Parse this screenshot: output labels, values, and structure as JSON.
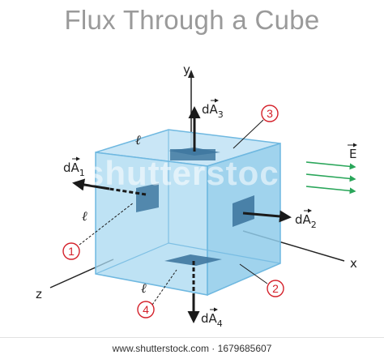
{
  "title": "Flux Through a Cube",
  "axes": {
    "x": "x",
    "y": "y",
    "z": "z"
  },
  "edge_symbol": "ℓ",
  "field": {
    "label": "E"
  },
  "area_vectors": [
    {
      "base": "dA",
      "sub": "1"
    },
    {
      "base": "dA",
      "sub": "2"
    },
    {
      "base": "dA",
      "sub": "3"
    },
    {
      "base": "dA",
      "sub": "4"
    }
  ],
  "markers": [
    "1",
    "2",
    "3",
    "4"
  ],
  "watermark": "shutterstock",
  "footer": "www.shutterstock.com · 1679685607",
  "colors": {
    "cube_face": "#9fd3ee",
    "cube_edge": "#6fb8e0",
    "patch": "#3f78a0",
    "marker": "#d4202a",
    "field_arrow": "#2aa65a",
    "title": "#9a9a9a"
  }
}
